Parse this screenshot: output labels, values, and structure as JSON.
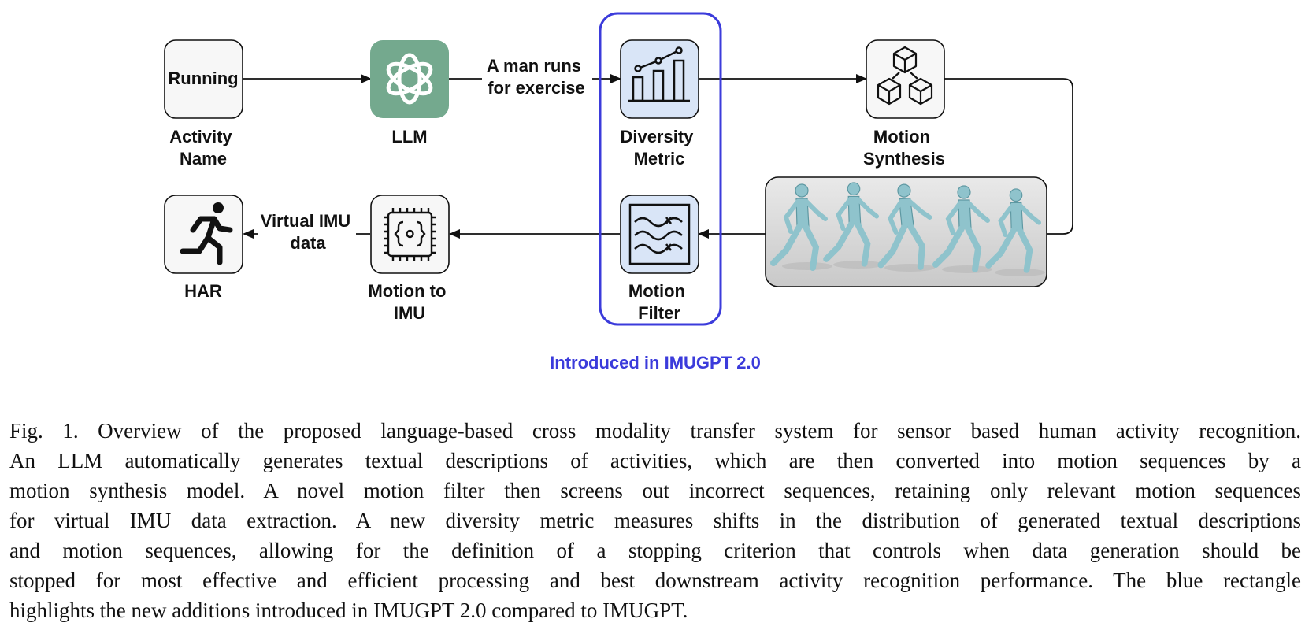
{
  "diagram": {
    "nodes": {
      "activity_box": "Running",
      "activity_label": [
        "Activity",
        "Name"
      ],
      "llm_label": [
        "LLM"
      ],
      "diversity_label": [
        "Diversity",
        "Metric"
      ],
      "synthesis_label": [
        "Motion",
        "Synthesis"
      ],
      "filter_label": [
        "Motion",
        "Filter"
      ],
      "imu_label": [
        "Motion to",
        "IMU"
      ],
      "har_label": [
        "HAR"
      ]
    },
    "edges": {
      "llm_to_diversity": [
        "A man runs",
        "for exercise"
      ],
      "imu_to_har": [
        "Virtual IMU",
        "data"
      ]
    },
    "highlight": {
      "caption": "Introduced in IMUGPT 2.0",
      "color": "#3b3bdb"
    },
    "colors": {
      "llm_tile": "#74a98e",
      "new_tile": "#d9e5f7",
      "figure_tint": "#8fc3cc"
    },
    "icons": [
      "openai-logo-icon",
      "bar-chart-icon",
      "cubes-icon",
      "wave-filter-icon",
      "chip-icon",
      "running-person-icon"
    ]
  },
  "caption": {
    "lines": [
      "Fig. 1.  Overview of the proposed language-based cross modality transfer system for sensor based human activity recognition.",
      "An LLM automatically generates textual descriptions of activities, which are then converted into motion sequences by a",
      "motion synthesis model. A novel motion filter then screens out incorrect sequences, retaining only relevant motion sequences",
      "for virtual IMU data extraction. A new diversity metric measures shifts in the distribution of generated textual descriptions",
      "and motion sequences, allowing for the definition of a stopping criterion that controls when data generation should be",
      "stopped for most effective and efficient processing and best downstream activity recognition performance. The blue rectangle",
      "highlights the new additions introduced in IMUGPT 2.0 compared to IMUGPT."
    ]
  }
}
